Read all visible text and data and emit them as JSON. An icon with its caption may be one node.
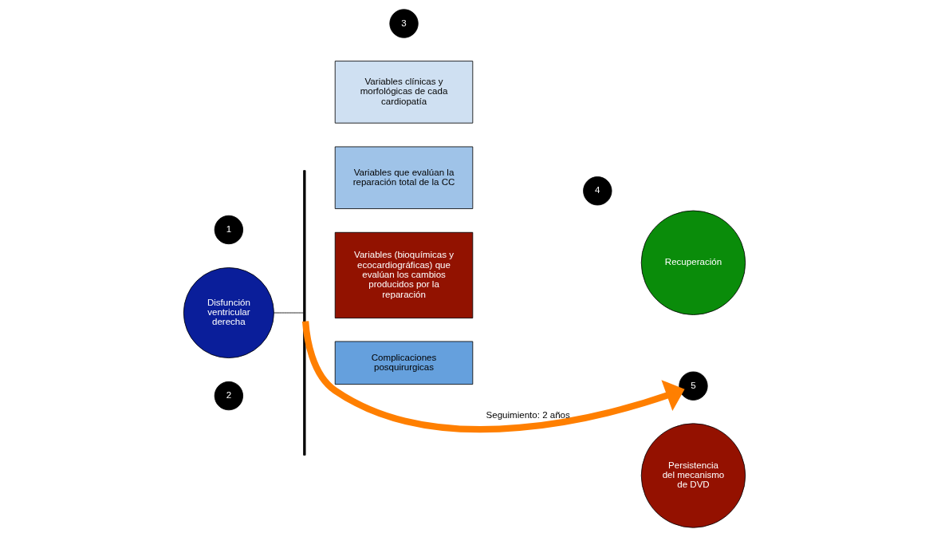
{
  "diagram": {
    "nodes": [
      {
        "text": [
          "1"
        ]
      },
      {
        "text": [
          "Disfunción ventricular derecha"
        ]
      },
      {
        "text": [
          "2"
        ]
      },
      {
        "text": [],
        "shape": "bar"
      },
      {
        "text": [
          "3"
        ]
      },
      {
        "text": [
          "Variables clínicas y morfológicas de cada cardiopatía"
        ]
      },
      {
        "text": [
          "Variables que evalúan la reparación total de la CC"
        ]
      },
      {
        "text": [
          "Variables (bioquímicas y ecocardiográficas) que evalúan los cambios producidos por la reparación"
        ]
      },
      {
        "text": [
          "Complicaciones posquirurgicas"
        ]
      },
      {
        "text": [
          "4"
        ]
      },
      {
        "text": [
          "Recuperación"
        ]
      },
      {
        "text": [
          "5"
        ]
      },
      {
        "text": [
          "Persistencia del mecanismo de DVD"
        ]
      }
    ],
    "edges": [
      {
        "from": 1,
        "to": 3,
        "arrow": "none"
      },
      {
        "from": 3,
        "to": 11,
        "arrow": "to",
        "label": "Seguimiento: 2 años",
        "style": "thick",
        "color": "#ff7f00"
      }
    ]
  }
}
